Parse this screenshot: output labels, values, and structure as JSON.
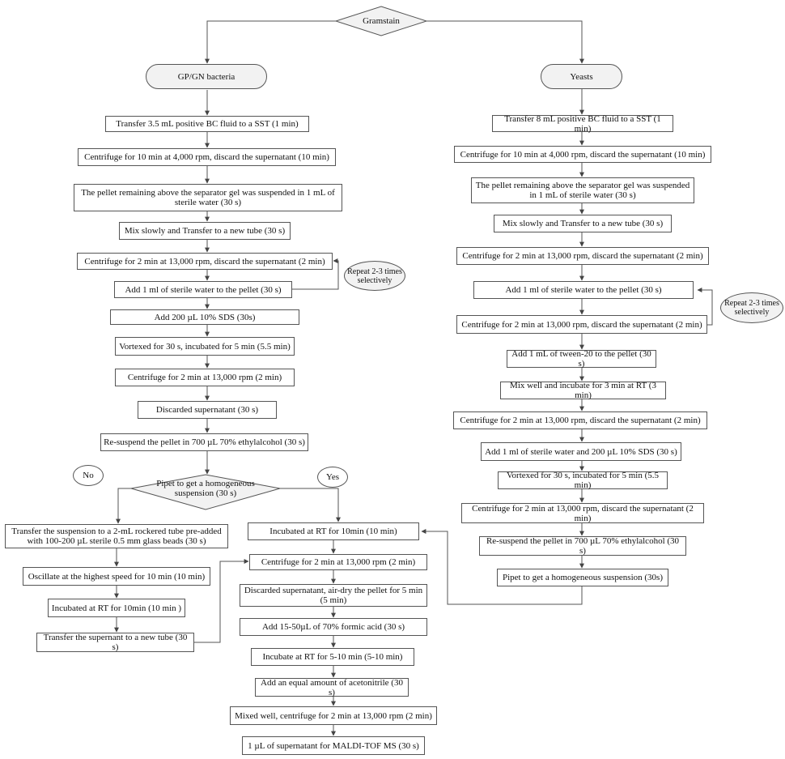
{
  "start": "Gramstain",
  "branches": {
    "left": "GP/GN bacteria",
    "right": "Yeasts"
  },
  "left_steps": [
    "Transfer 3.5 mL positive BC fluid to a SST (1 min)",
    "Centrifuge for 10 min at 4,000 rpm, discard the supernatant (10 min)",
    "The pellet remaining above the separator gel was suspended in 1 mL of sterile water (30 s)",
    "Mix slowly and Transfer to a new tube (30 s)",
    "Centrifuge for 2 min at 13,000 rpm, discard the supernatant (2 min)",
    "Add 1 ml of sterile water to the pellet (30 s)",
    "Add 200 µL 10% SDS (30s)",
    "Vortexed for 30 s, incubated for 5 min (5.5 min)",
    "Centrifuge for 2 min at 13,000 rpm (2 min)",
    "Discarded supernatant (30 s)",
    "Re-suspend the pellet in 700 µL 70% ethylalcohol (30 s)"
  ],
  "left_repeat": "Repeat 2-3 times selectively",
  "decision": "Pipet to get a homogeneous suspension (30 s)",
  "no_label": "No",
  "yes_label": "Yes",
  "no_steps": [
    "Transfer the suspension to a 2-mL rockered tube pre-added with 100-200 µL sterile 0.5 mm glass beads (30 s)",
    "Oscillate at the highest speed for 10 min (10 min)",
    "Incubated at RT for 10min (10 min )",
    "Transfer the supernant to a new tube (30 s)"
  ],
  "final_steps": [
    "Incubated at RT for 10min (10 min)",
    "Centrifuge for 2 min at 13,000 rpm (2 min)",
    "Discarded supernatant, air-dry the pellet for 5 min (5 min)",
    "Add 15-50µL of 70% formic acid (30 s)",
    "Incubate at RT for 5-10 min (5-10 min)",
    "Add an equal amount of acetonitrile (30 s)",
    "Mixed well, centrifuge for 2 min at 13,000 rpm (2 min)",
    "1 µL of supernatant for MALDI-TOF MS (30 s)"
  ],
  "right_steps": [
    "Transfer 8 mL positive BC fluid to a SST (1 min)",
    "Centrifuge for 10 min at 4,000 rpm, discard the supernatant (10 min)",
    "The pellet remaining above the separator gel was suspended in 1 mL of sterile water (30 s)",
    "Mix slowly and Transfer to a new tube (30 s)",
    "Centrifuge for 2 min at 13,000 rpm, discard the supernatant (2 min)",
    "Add 1 ml of sterile water to the pellet (30 s)",
    "Centrifuge for 2 min at 13,000 rpm, discard the supernatant (2 min)",
    "Add 1 mL of tween-20 to the pellet (30 s)",
    "Mix well and incubate for 3 min at RT (3 min)",
    "Centrifuge for 2 min at 13,000 rpm, discard the supernatant (2 min)",
    "Add 1 ml of sterile water and 200 µL 10% SDS (30 s)",
    "Vortexed for 30 s, incubated for 5 min (5.5 min)",
    "Centrifuge for 2 min at 13,000 rpm, discard the supernatant (2 min)",
    "Re-suspend the pellet in 700 µL 70% ethylalcohol (30 s)",
    "Pipet to get a homogeneous suspension (30s)"
  ],
  "right_repeat": "Repeat 2-3 times selectively"
}
